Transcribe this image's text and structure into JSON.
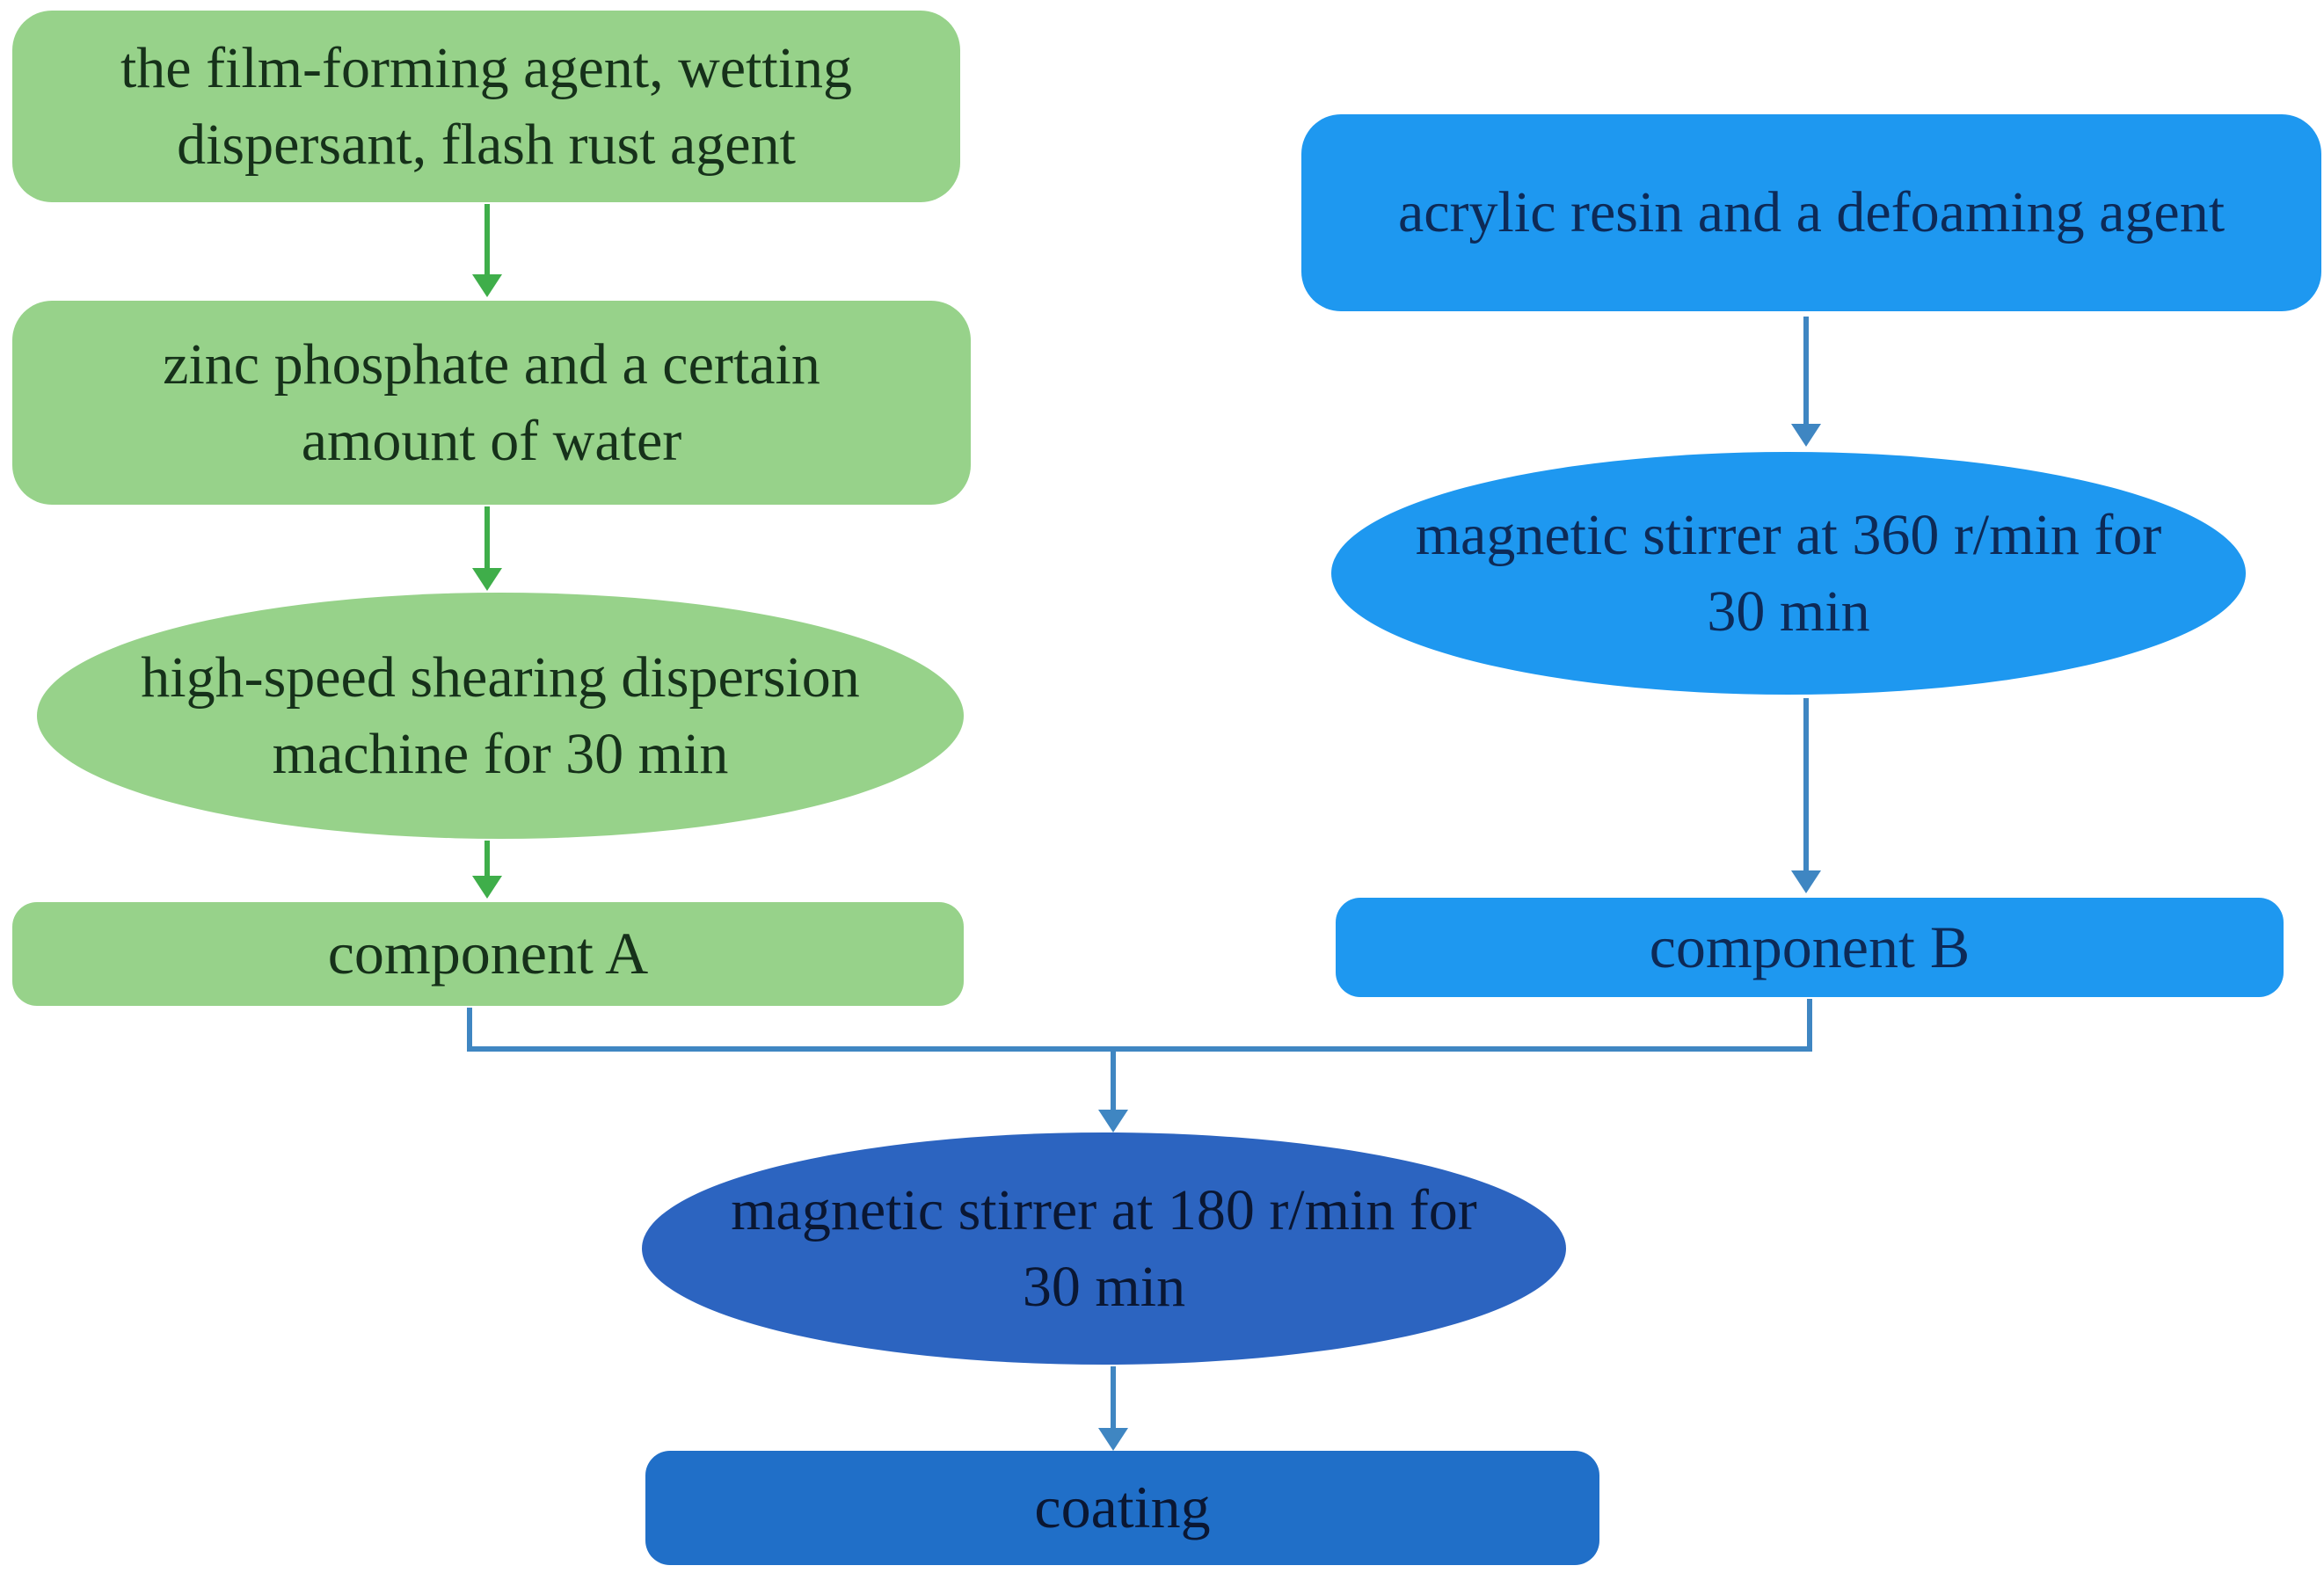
{
  "figure": {
    "type": "flowchart",
    "description": "Two-component coating preparation process flow diagram",
    "background": "#ffffff"
  },
  "colors": {
    "green_fill": "#97d28a",
    "green_arrow": "#3fae4a",
    "green_text": "#16311a",
    "azure_fill": "#1e98f0",
    "azure_text": "#0d2a57",
    "royal_ellipse_fill": "#2c64c0",
    "royal_rect_fill": "#206fc8",
    "royal_text": "#0a1733",
    "steel_connector": "#3f86c2"
  },
  "nodes": {
    "film_forming": {
      "shape": "rounded-rect",
      "branch": "left-green",
      "label": "the film-forming agent, wetting\ndispersant, flash rust agent"
    },
    "zinc_phosphate": {
      "shape": "rounded-rect",
      "branch": "left-green",
      "label": "zinc phosphate and a certain\namount of water"
    },
    "shearing": {
      "shape": "ellipse",
      "branch": "left-green",
      "label": "high-speed shearing dispersion\nmachine for 30 min"
    },
    "component_a": {
      "shape": "rounded-rect",
      "branch": "left-green",
      "label": "component A"
    },
    "acrylic": {
      "shape": "rounded-rect",
      "branch": "right-azure",
      "label": "acrylic resin and a defoaming agent"
    },
    "stir_360": {
      "shape": "ellipse",
      "branch": "right-azure",
      "label": "magnetic stirrer at 360 r/min for\n30 min"
    },
    "component_b": {
      "shape": "rounded-rect",
      "branch": "right-azure",
      "label": "component B"
    },
    "stir_180": {
      "shape": "ellipse",
      "branch": "merged-royal",
      "label": "magnetic stirrer at 180 r/min for\n30 min"
    },
    "coating": {
      "shape": "rounded-rect",
      "branch": "merged-royal",
      "label": "coating"
    }
  },
  "edges": [
    {
      "from": "film_forming",
      "to": "zinc_phosphate",
      "style": "green-arrow"
    },
    {
      "from": "zinc_phosphate",
      "to": "shearing",
      "style": "green-arrow"
    },
    {
      "from": "shearing",
      "to": "component_a",
      "style": "green-arrow"
    },
    {
      "from": "acrylic",
      "to": "stir_360",
      "style": "steel-arrow"
    },
    {
      "from": "stir_360",
      "to": "component_b",
      "style": "steel-arrow"
    },
    {
      "from": "component_a",
      "to": "stir_180",
      "style": "steel-elbow-merge"
    },
    {
      "from": "component_b",
      "to": "stir_180",
      "style": "steel-elbow-merge"
    },
    {
      "from": "stir_180",
      "to": "coating",
      "style": "steel-arrow"
    }
  ]
}
